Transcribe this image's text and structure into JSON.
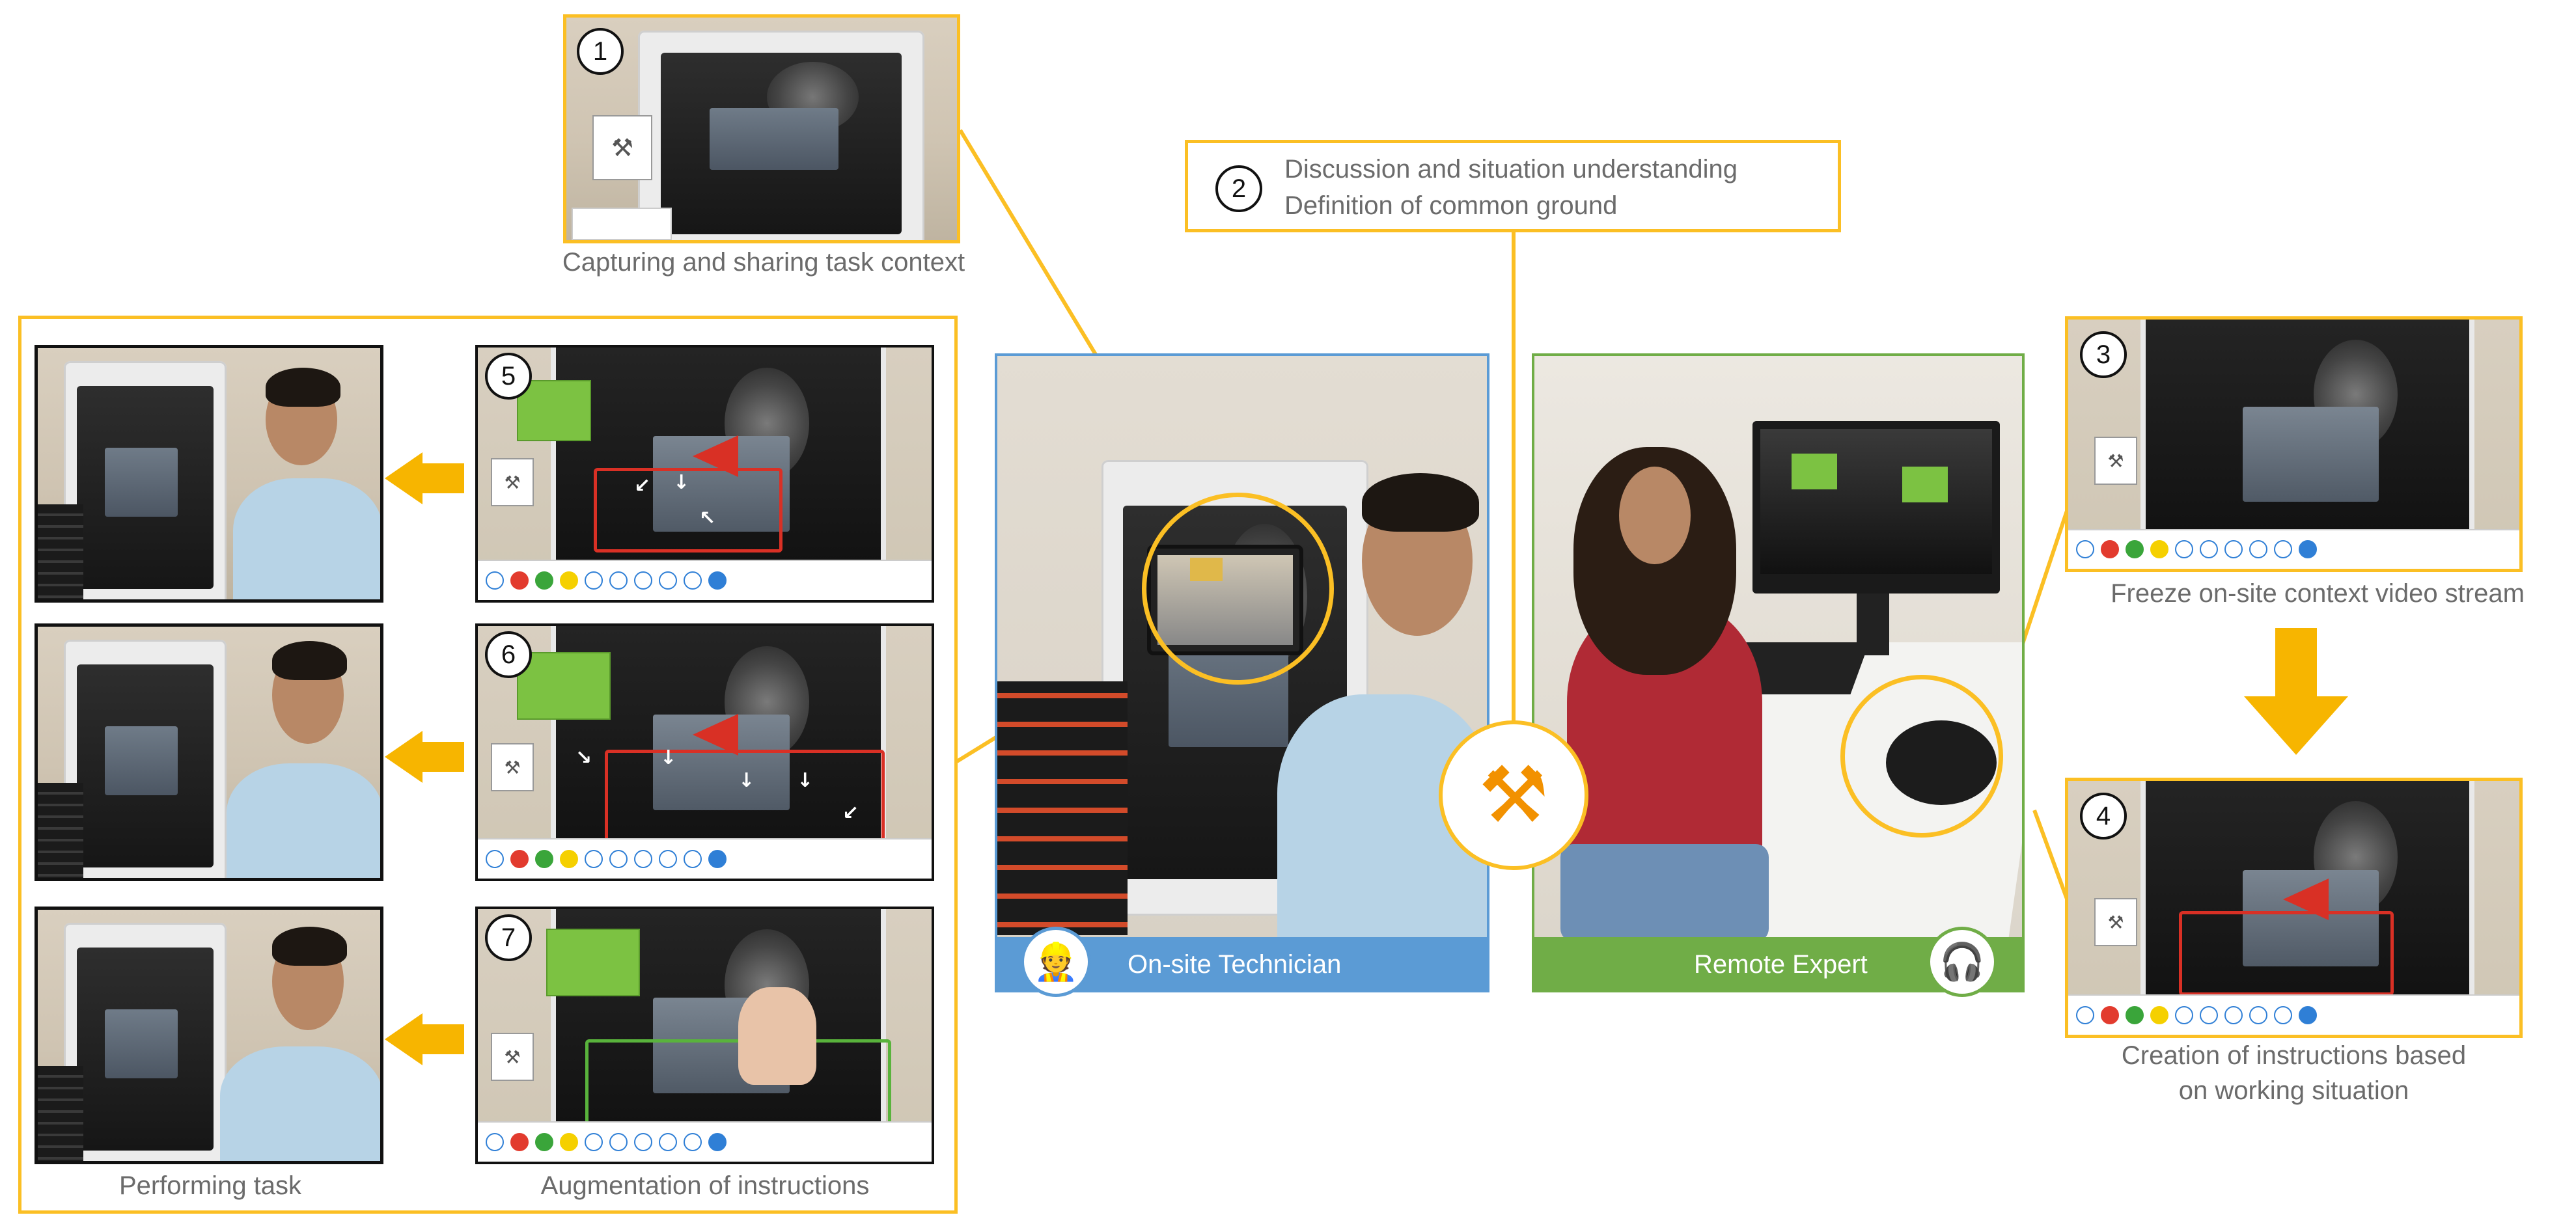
{
  "step1": {
    "number": "1",
    "caption": "Capturing and sharing  task context"
  },
  "step2": {
    "number": "2",
    "line1": "Discussion and situation understanding",
    "line2": "Definition of common ground"
  },
  "step3": {
    "number": "3",
    "caption": "Freeze on-site context video stream"
  },
  "step4": {
    "number": "4",
    "caption_line1": "Creation of instructions based",
    "caption_line2": "on working situation"
  },
  "step5": {
    "number": "5"
  },
  "step6": {
    "number": "6"
  },
  "step7": {
    "number": "7"
  },
  "left_panel": {
    "caption_left": "Performing task",
    "caption_right": "Augmentation of instructions"
  },
  "roles": {
    "technician": "On-site Technician",
    "expert": "Remote Expert"
  },
  "colors": {
    "accent_yellow": "#fbbf24",
    "technician_blue": "#5b9bd5",
    "expert_green": "#70ad47"
  },
  "icons": {
    "hub": "tools-icon",
    "technician_avatar": "worker-icon",
    "expert_avatar": "headset-icon"
  }
}
